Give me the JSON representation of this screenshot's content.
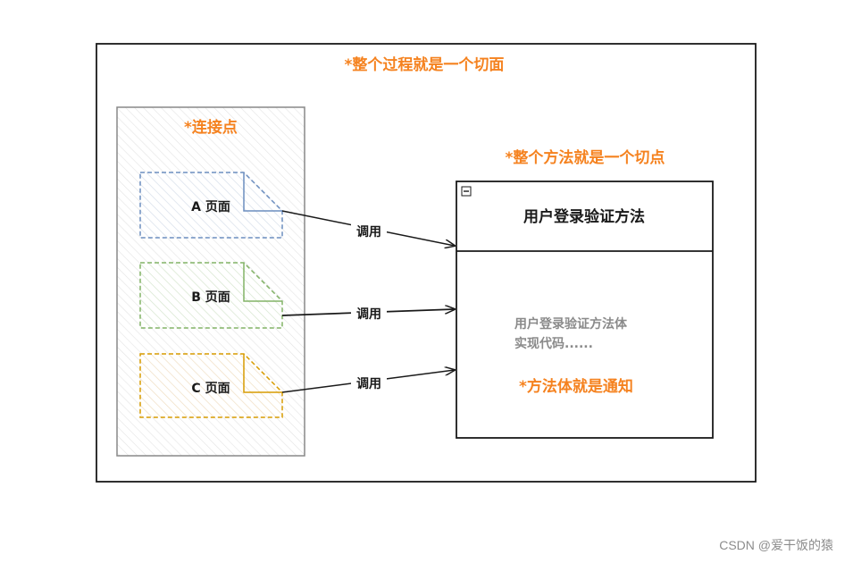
{
  "aspect_title": "*整个过程就是一个切面",
  "joinpoint_title": "*连接点",
  "pointcut_title": "*整个方法就是一个切点",
  "pages": [
    {
      "label": "A  页面",
      "color": "#6c8ebf"
    },
    {
      "label": "B  页面",
      "color": "#82b366"
    },
    {
      "label": "C  页面",
      "color": "#d79b00"
    }
  ],
  "call_label": "调用",
  "method": {
    "collapse_symbol": "−",
    "name": "用户登录验证方法",
    "body_line1": "用户登录验证方法体",
    "body_line2": "实现代码......"
  },
  "advice_title": "*方法体就是通知",
  "watermark": "CSDN @爱干饭的猿",
  "colors": {
    "accent": "#f5821f",
    "border": "#1a1a1a",
    "joinpoint_border": "#888888"
  }
}
